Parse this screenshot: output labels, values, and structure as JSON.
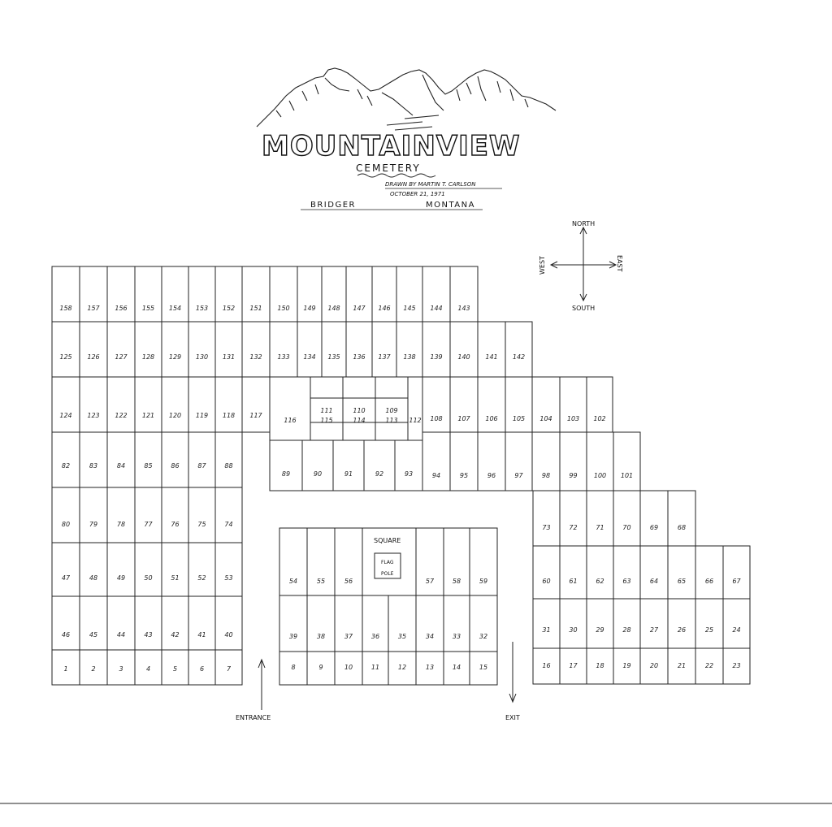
{
  "title": "MOUNTAINVIEW",
  "subtitle": "CEMETERY",
  "drawn_by": "DRAWN BY MARTIN T. CARLSON",
  "date": "OCTOBER 21, 1971",
  "town": "BRIDGER",
  "state": "MONTANA",
  "compass": {
    "north": "NORTH",
    "south": "SOUTH",
    "east": "EAST",
    "west": "WEST"
  },
  "square_label": "SQUARE",
  "flag_pole_label": [
    "FLAG",
    "POLE"
  ],
  "entrance_label": "ENTRANCE",
  "exit_label": "EXIT",
  "lots": {
    "row1": [
      "158",
      "157",
      "156",
      "155",
      "154",
      "153",
      "152",
      "151",
      "150",
      "149",
      "148",
      "147",
      "146",
      "145",
      "144",
      "143"
    ],
    "row2": [
      "125",
      "126",
      "127",
      "128",
      "129",
      "130",
      "131",
      "132",
      "133",
      "134",
      "135",
      "136",
      "137",
      "138",
      "139",
      "140",
      "141",
      "142"
    ],
    "row3_left": [
      "124",
      "123",
      "122",
      "121",
      "120",
      "119",
      "118",
      "117"
    ],
    "row3_mid": [
      "116",
      "115",
      "114",
      "113",
      "112",
      "111",
      "110",
      "109"
    ],
    "row3_right": [
      "108",
      "107",
      "106",
      "105",
      "104",
      "103",
      "102"
    ],
    "row4_left": [
      "82",
      "83",
      "84",
      "85",
      "86",
      "87",
      "88"
    ],
    "row4_mid": [
      "89",
      "90",
      "91",
      "92",
      "93"
    ],
    "row4_right": [
      "94",
      "95",
      "96",
      "97",
      "98",
      "99",
      "100",
      "101"
    ],
    "row5_left": [
      "80",
      "79",
      "78",
      "77",
      "76",
      "75",
      "74"
    ],
    "row5_right": [
      "73",
      "72",
      "71",
      "70",
      "69",
      "68"
    ],
    "row6_left": [
      "47",
      "48",
      "49",
      "50",
      "51",
      "52",
      "53"
    ],
    "row6_square": [
      "54",
      "55",
      "56",
      "57",
      "58",
      "59"
    ],
    "row6_right": [
      "60",
      "61",
      "62",
      "63",
      "64",
      "65",
      "66",
      "67"
    ],
    "row7_left": [
      "46",
      "45",
      "44",
      "43",
      "42",
      "41",
      "40"
    ],
    "row7_square": [
      "39",
      "38",
      "37",
      "36",
      "35",
      "34",
      "33",
      "32"
    ],
    "row7_right": [
      "31",
      "30",
      "29",
      "28",
      "27",
      "26",
      "25",
      "24"
    ],
    "row8_left": [
      "1",
      "2",
      "3",
      "4",
      "5",
      "6",
      "7"
    ],
    "row8_square": [
      "8",
      "9",
      "10",
      "11",
      "12",
      "13",
      "14",
      "15"
    ],
    "row8_right": [
      "16",
      "17",
      "18",
      "19",
      "20",
      "21",
      "22",
      "23"
    ]
  }
}
